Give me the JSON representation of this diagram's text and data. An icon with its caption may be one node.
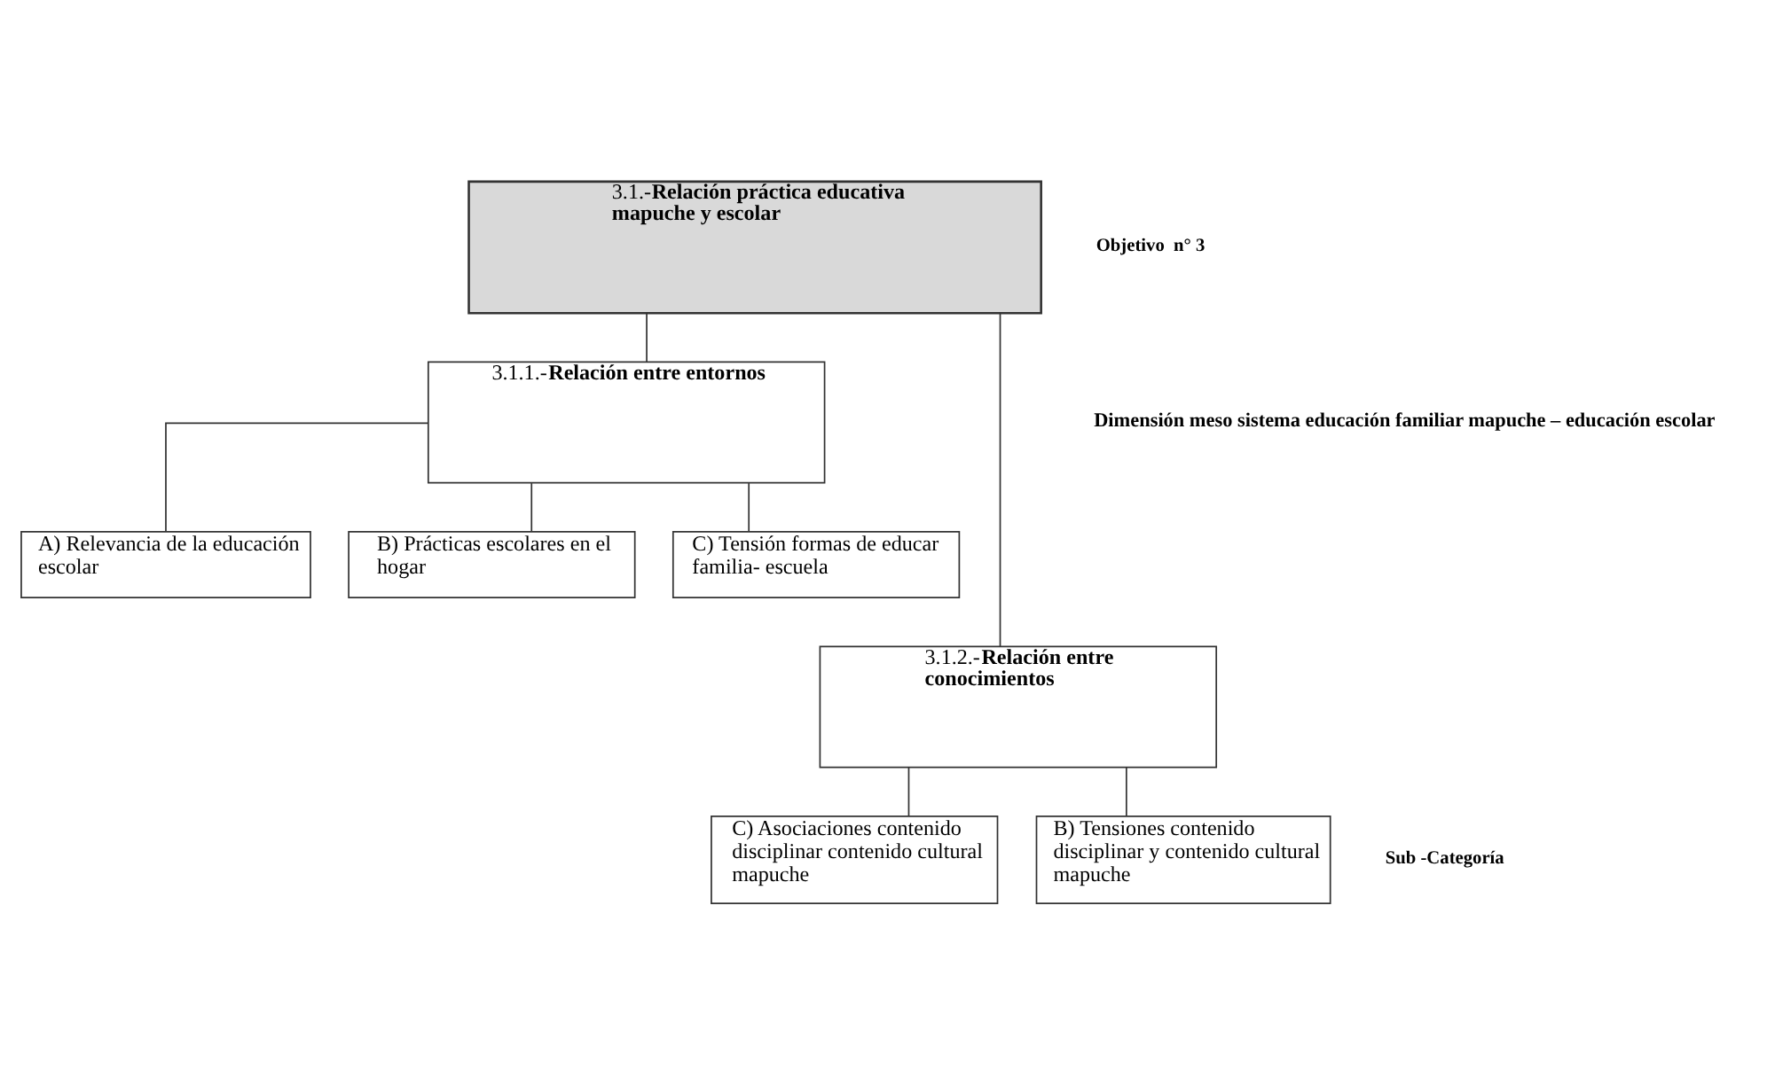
{
  "diagram": {
    "nodes": [
      {
        "text": [
          "3.1.-**Relación práctica educativa mapuche y escolar**"
        ]
      },
      {
        "text": [
          "3.1.1.-**Relación entre entornos**"
        ]
      },
      {
        "text": [
          "A) Relevancia de la educación escolar"
        ]
      },
      {
        "text": [
          "B) Prácticas escolares en el hogar"
        ]
      },
      {
        "text": [
          "C) Tensión formas de educar  familia- escuela"
        ]
      },
      {
        "text": [
          "3.1.2.-**Relación entre conocimientos**"
        ]
      },
      {
        "text": [
          "C) Asociaciones contenido disciplinar contenido cultural mapuche"
        ]
      },
      {
        "text": [
          "B) Tensiones contenido disciplinar y contenido cultural mapuche"
        ]
      }
    ],
    "edges": [
      {
        "from": 0,
        "to": 1,
        "arrow": "none"
      },
      {
        "from": 0,
        "to": 5,
        "arrow": "none"
      },
      {
        "from": 1,
        "to": 2,
        "arrow": "none"
      },
      {
        "from": 1,
        "to": 3,
        "arrow": "none"
      },
      {
        "from": 1,
        "to": 4,
        "arrow": "none"
      },
      {
        "from": 5,
        "to": 6,
        "arrow": "none"
      },
      {
        "from": 5,
        "to": 7,
        "arrow": "none"
      }
    ],
    "labels": [
      "Objetivo  n° 3",
      "Dimensión meso sistema educación familiar mapuche – educación escolar",
      "Sub -Categoría"
    ]
  }
}
